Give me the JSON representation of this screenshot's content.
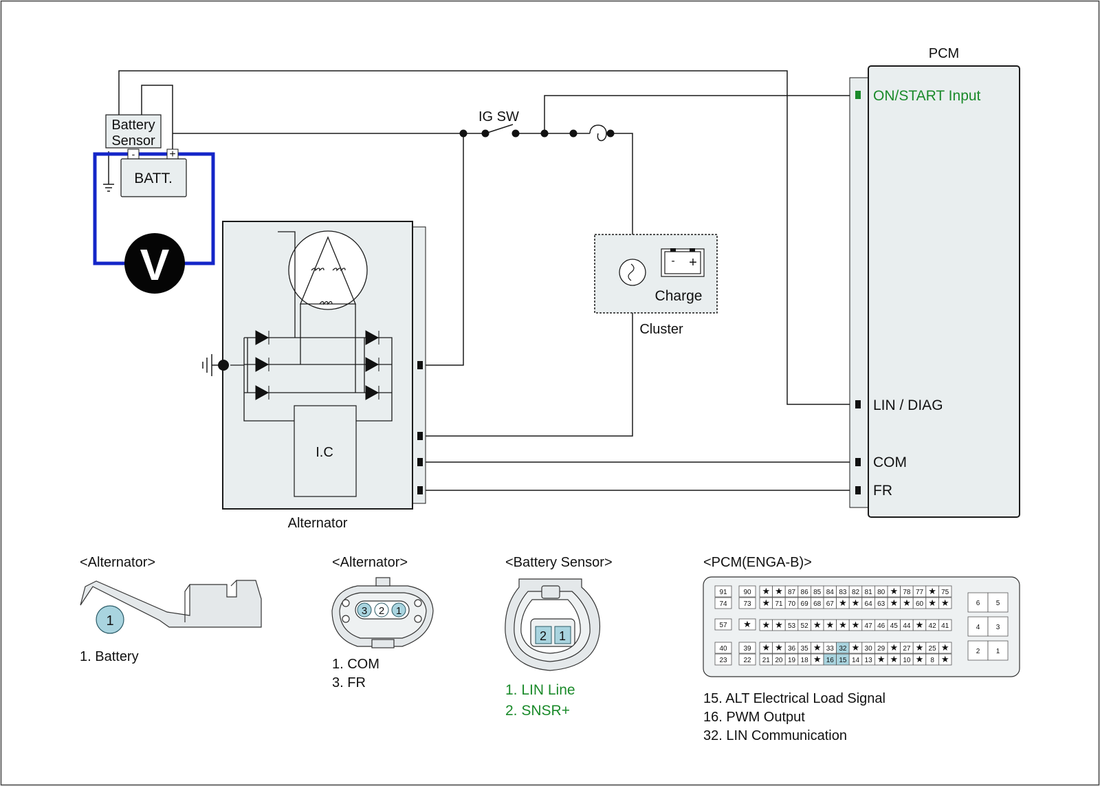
{
  "colors": {
    "line": "#1a1a1a",
    "box_fill": "#e9eeef",
    "green_text": "#1a8a2a",
    "meter_wire": "#1426c8",
    "pin_highlight": "#a9d4df",
    "green_pin": "#1a8a2a"
  },
  "diagram": {
    "pcm_title": "PCM",
    "pcm_pins": {
      "on_start": "ON/START Input",
      "lin_diag": "LIN / DIAG",
      "com": "COM",
      "fr": "FR"
    },
    "battery_sensor": [
      "Battery",
      "Sensor"
    ],
    "sensor_minus": "-",
    "sensor_plus": "+",
    "battery": "BATT.",
    "voltmeter": "V",
    "ig_sw": "IG SW",
    "cluster": "Cluster",
    "charge": "Charge",
    "charge_icon": "battery-charge-icon",
    "alternator": "Alternator",
    "ic": "I.C"
  },
  "connectors": {
    "alt_terminal": {
      "title": "<Alternator>",
      "pin": "1",
      "legend": [
        "1. Battery"
      ]
    },
    "alt_plug": {
      "title": "<Alternator>",
      "pins": [
        "3",
        "2",
        "1"
      ],
      "legend": [
        "1. COM",
        "3. FR"
      ]
    },
    "bat_sensor": {
      "title": "<Battery Sensor>",
      "pins": [
        "2",
        "1"
      ],
      "legend": [
        "1. LIN Line",
        "2. SNSR+"
      ]
    },
    "pcm": {
      "title": "<PCM(ENGA-B)>",
      "legend": [
        "15. ALT Electrical Load Signal",
        "16. PWM Output",
        "32. LIN Communication"
      ],
      "highlight": [
        "32",
        "16",
        "15"
      ],
      "grid": {
        "col1": [
          [
            "91",
            "74"
          ],
          [
            "57"
          ],
          [
            "40",
            "23"
          ]
        ],
        "col2": [
          [
            "90",
            "73"
          ],
          [
            "*"
          ],
          [
            "39",
            "22"
          ]
        ],
        "main": [
          [
            "*",
            "*",
            "87",
            "86",
            "85",
            "84",
            "83",
            "82",
            "81",
            "80",
            "*",
            "78",
            "77",
            "*",
            "75"
          ],
          [
            "*",
            "71",
            "70",
            "69",
            "68",
            "67",
            "*",
            "*",
            "64",
            "63",
            "*",
            "*",
            "60",
            "*",
            "*"
          ],
          [
            "*",
            "*",
            "53",
            "52",
            "*",
            "*",
            "*",
            "*",
            "47",
            "46",
            "45",
            "44",
            "*",
            "42",
            "41"
          ],
          [
            "*",
            "*",
            "36",
            "35",
            "*",
            "33",
            "32",
            "*",
            "30",
            "29",
            "*",
            "27",
            "*",
            "25",
            "*"
          ],
          [
            "21",
            "20",
            "19",
            "18",
            "*",
            "16",
            "15",
            "14",
            "13",
            "*",
            "*",
            "10",
            "*",
            "8",
            "*"
          ]
        ],
        "right": [
          [
            "6",
            "5"
          ],
          [
            "4",
            "3"
          ],
          [
            "2",
            "1"
          ]
        ]
      }
    }
  }
}
